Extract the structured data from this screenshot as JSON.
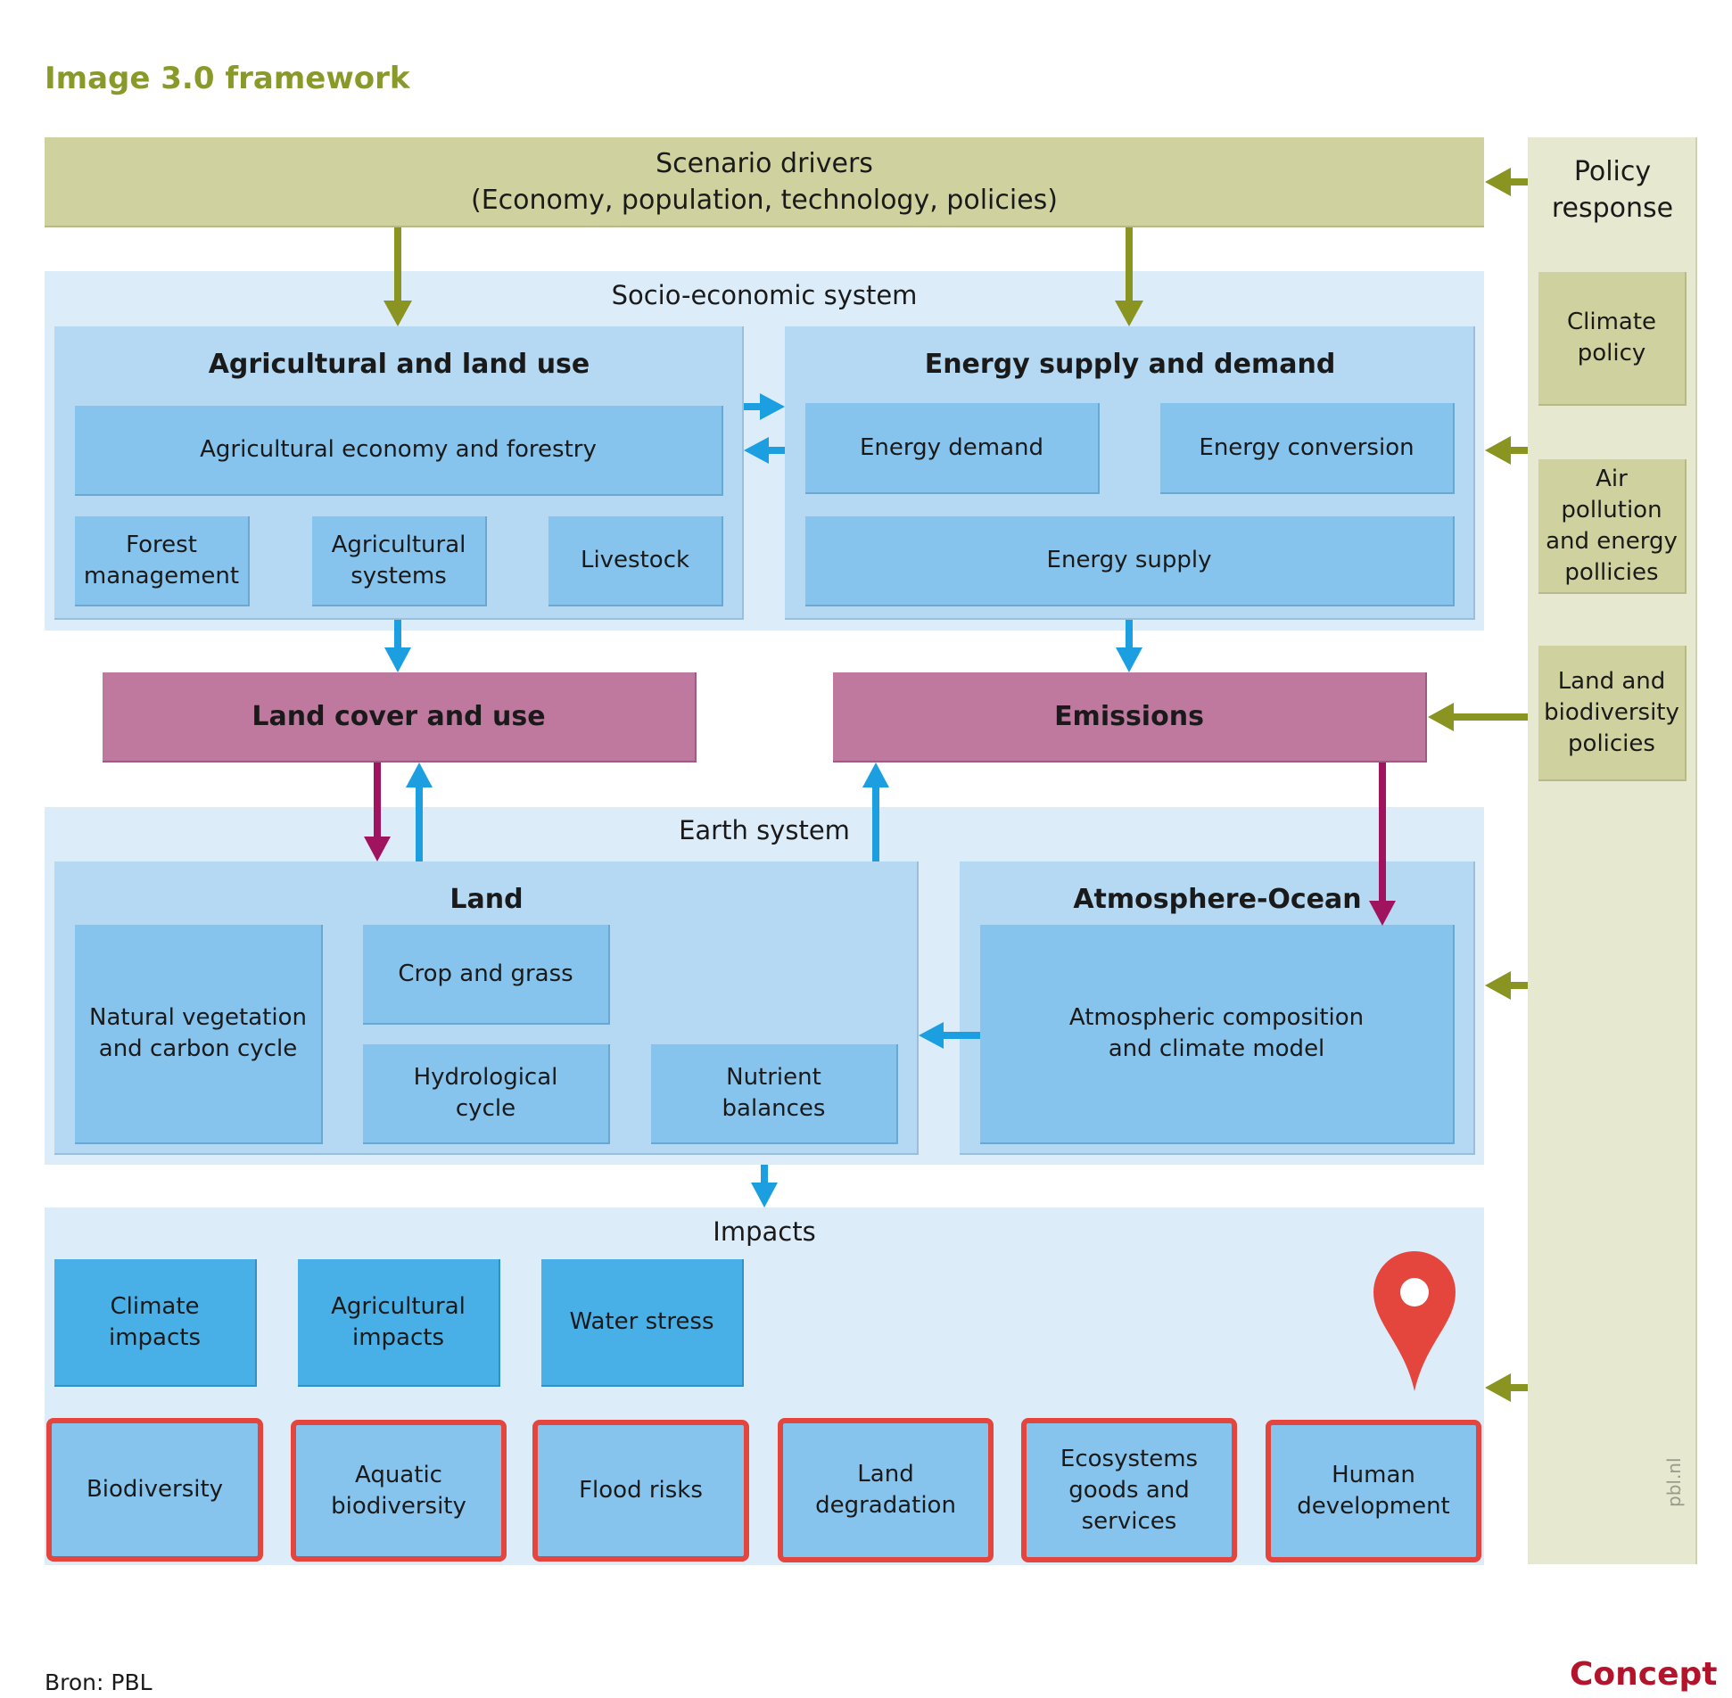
{
  "title": "Image 3.0 framework",
  "scenario": {
    "line1": "Scenario drivers",
    "line2": "(Economy, population, technology, policies)"
  },
  "policy": {
    "title_line1": "Policy",
    "title_line2": "response",
    "boxes": [
      {
        "line1": "Climate",
        "line2": "policy",
        "line3": ""
      },
      {
        "line1": "Air pollution",
        "line2": "and energy",
        "line3": "pollicies"
      },
      {
        "line1": "Land and",
        "line2": "biodiversity",
        "line3": "policies"
      }
    ]
  },
  "socio": {
    "label": "Socio-economic system",
    "agri": {
      "title": "Agricultural and land use",
      "economy": "Agricultural economy and forestry",
      "forest_l1": "Forest",
      "forest_l2": "management",
      "systems_l1": "Agricultural",
      "systems_l2": "systems",
      "livestock": "Livestock"
    },
    "energy": {
      "title": "Energy supply and demand",
      "demand": "Energy demand",
      "conversion": "Energy conversion",
      "supply": "Energy supply"
    }
  },
  "landcover": "Land cover and use",
  "emissions": "Emissions",
  "earth": {
    "label": "Earth system",
    "land": {
      "title": "Land",
      "natveg_l1": "Natural vegetation",
      "natveg_l2": "and carbon cycle",
      "crop": "Crop and grass",
      "hydro_l1": "Hydrological",
      "hydro_l2": "cycle",
      "nutrient_l1": "Nutrient",
      "nutrient_l2": "balances"
    },
    "atmo": {
      "title": "Atmosphere-Ocean",
      "model_l1": "Atmospheric composition",
      "model_l2": "and climate model"
    }
  },
  "impacts": {
    "label": "Impacts",
    "top": [
      {
        "l1": "Climate",
        "l2": "impacts"
      },
      {
        "l1": "Agricultural",
        "l2": "impacts"
      },
      {
        "l1": "Water stress",
        "l2": ""
      }
    ],
    "bottom": [
      {
        "l1": "Biodiversity",
        "l2": "",
        "l3": ""
      },
      {
        "l1": "Aquatic",
        "l2": "biodiversity",
        "l3": ""
      },
      {
        "l1": "Flood risks",
        "l2": "",
        "l3": ""
      },
      {
        "l1": "Land",
        "l2": "degradation",
        "l3": ""
      },
      {
        "l1": "Ecosystems",
        "l2": "goods and",
        "l3": "services"
      },
      {
        "l1": "Human",
        "l2": "development",
        "l3": ""
      }
    ]
  },
  "source": "Bron: PBL",
  "stamp": "Concept",
  "credit": "pbl.nl",
  "colors": {
    "olive_arrow": "#8a9420",
    "blue_arrow": "#1b9fe0",
    "magenta_arrow": "#a0145f",
    "pin": "#e4463e"
  }
}
